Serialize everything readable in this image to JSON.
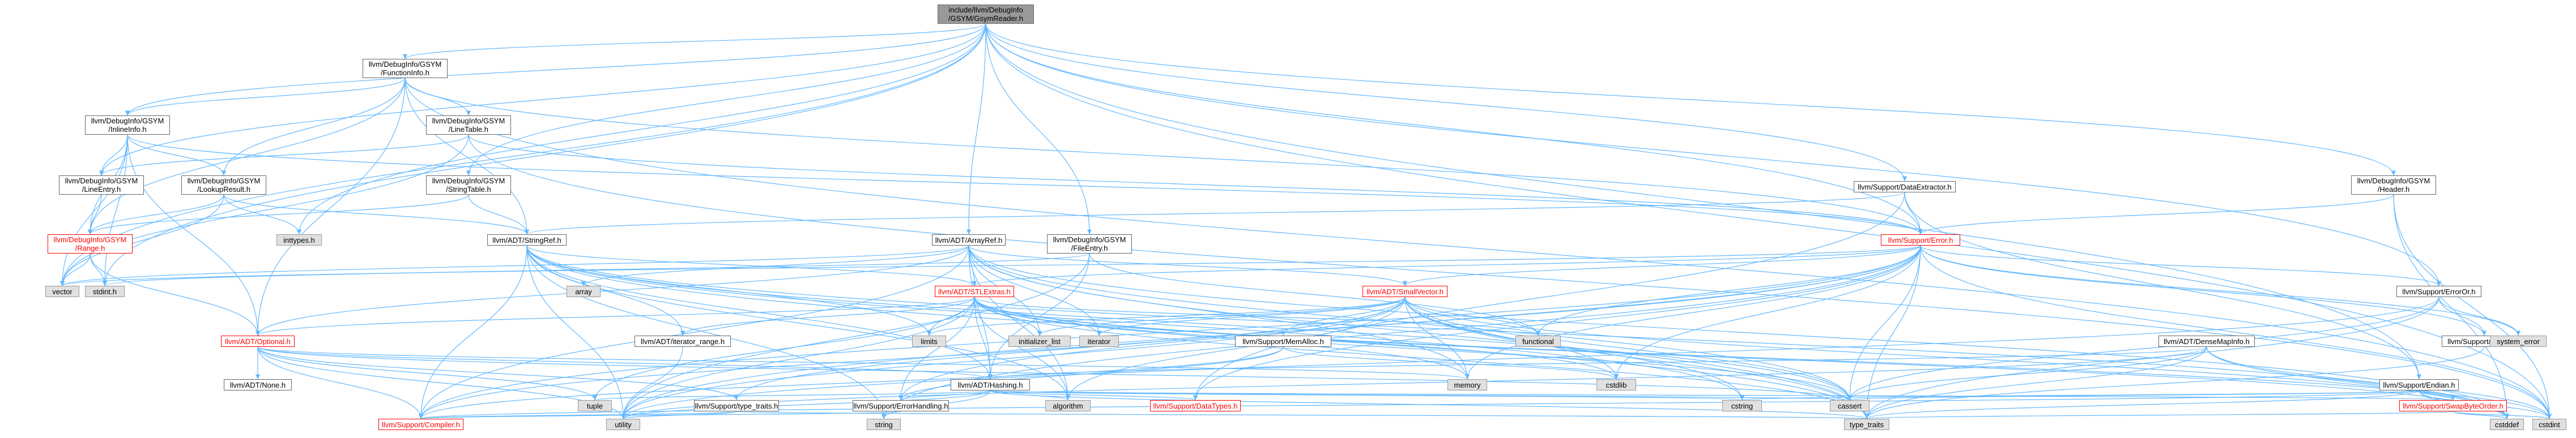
{
  "colors": {
    "edge": "#63b8ff",
    "node_border": "#666666",
    "system_fill": "#e0e0e0",
    "root_fill": "#999999",
    "cycle_border": "#ff0000"
  },
  "nodes": {
    "root": "include/llvm/DebugInfo\n/GSYM/GsymReader.h",
    "functioninfo": "llvm/DebugInfo/GSYM\n/FunctionInfo.h",
    "inlineinfo": "llvm/DebugInfo/GSYM\n/InlineInfo.h",
    "linetable": "llvm/DebugInfo/GSYM\n/LineTable.h",
    "lineentry": "llvm/DebugInfo/GSYM\n/LineEntry.h",
    "lookupresult": "llvm/DebugInfo/GSYM\n/LookupResult.h",
    "stringtable": "llvm/DebugInfo/GSYM\n/StringTable.h",
    "range": "llvm/DebugInfo/GSYM\n/Range.h",
    "fileentry": "llvm/DebugInfo/GSYM\n/FileEntry.h",
    "header": "llvm/DebugInfo/GSYM\n/Header.h",
    "dataextractor": "llvm/Support/DataExtractor.h",
    "error": "llvm/Support/Error.h",
    "stringref": "llvm/ADT/StringRef.h",
    "arrayref": "llvm/ADT/ArrayRef.h",
    "stlextras": "llvm/ADT/STLExtras.h",
    "smallvector": "llvm/ADT/SmallVector.h",
    "optional": "llvm/ADT/Optional.h",
    "hashing": "llvm/ADT/Hashing.h",
    "iterator_range": "llvm/ADT/iterator_range.h",
    "none": "llvm/ADT/None.h",
    "memalloc": "llvm/Support/MemAlloc.h",
    "densemapinfo": "llvm/ADT/DenseMapInfo.h",
    "erroror": "llvm/Support/ErrorOr.h",
    "alignof": "llvm/Support/AlignOf.h",
    "endian": "llvm/Support/Endian.h",
    "swapbyteorder": "llvm/Support/SwapByteOrder.h",
    "type_traits_llvm": "llvm/Support/type_traits.h",
    "errorhandling": "llvm/Support/ErrorHandling.h",
    "datatypes": "llvm/Support/DataTypes.h",
    "compiler": "llvm/Support/Compiler.h",
    "inttypes": "inttypes.h",
    "vector": "vector",
    "stdint": "stdint.h",
    "array": "array",
    "limits": "limits",
    "initializer_list": "initializer_list",
    "iterator": "iterator",
    "functional": "functional",
    "memory": "memory",
    "cstdlib": "cstdlib",
    "tuple": "tuple",
    "utility": "utility",
    "string": "string",
    "algorithm": "algorithm",
    "cstring": "cstring",
    "cassert": "cassert",
    "type_traits": "type_traits",
    "cstddef": "cstddef",
    "cstdint": "cstdint",
    "system_error": "system_error"
  }
}
